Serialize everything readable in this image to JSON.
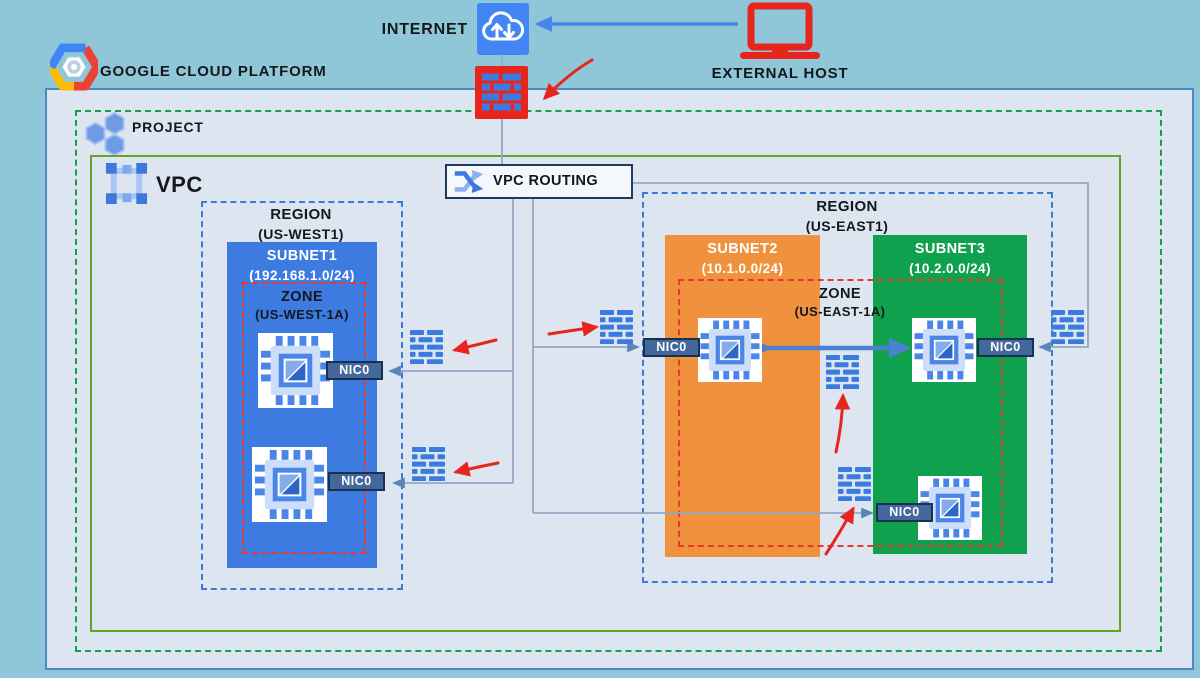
{
  "title": "GCP VPC network diagram",
  "colors": {
    "canvas_bg": "#8fc7d8",
    "gcp_box_bg": "#dde5f1",
    "gcp_box_border": "#4f86c6",
    "project_border": "#13a049",
    "vpc_border": "#63a525",
    "region_border": "#3a7bd5",
    "zone_border": "#e8392e",
    "subnet1_fill": "#3d7be0",
    "subnet2_fill": "#f0913e",
    "subnet3_fill": "#0fa14e",
    "red_accent": "#e8251d",
    "connector_line": "#93a9c6",
    "nic_bg": "#44679c",
    "icon_blue": "#4285f4",
    "text": "#14181d"
  },
  "header": {
    "internet_label": "INTERNET",
    "external_host_label": "EXTERNAL HOST",
    "platform_label": "GOOGLE CLOUD PLATFORM"
  },
  "project": {
    "label": "PROJECT"
  },
  "vpc": {
    "label": "VPC",
    "routing_label": "VPC ROUTING"
  },
  "nic_label": "NIC0",
  "regions": {
    "west": {
      "title": "REGION",
      "subtitle": "(US-WEST1)",
      "zone_title": "ZONE",
      "zone_subtitle": "(US-WEST-1A)",
      "subnet1_name": "SUBNET1",
      "subnet1_cidr": "(192.168.1.0/24)"
    },
    "east": {
      "title": "REGION",
      "subtitle": "(US-EAST1)",
      "zone_title": "ZONE",
      "zone_subtitle": "(US-EAST-1A)",
      "subnet2_name": "SUBNET2",
      "subnet2_cidr": "(10.1.0.0/24)",
      "subnet3_name": "SUBNET3",
      "subnet3_cidr": "(10.2.0.0/24)"
    }
  }
}
